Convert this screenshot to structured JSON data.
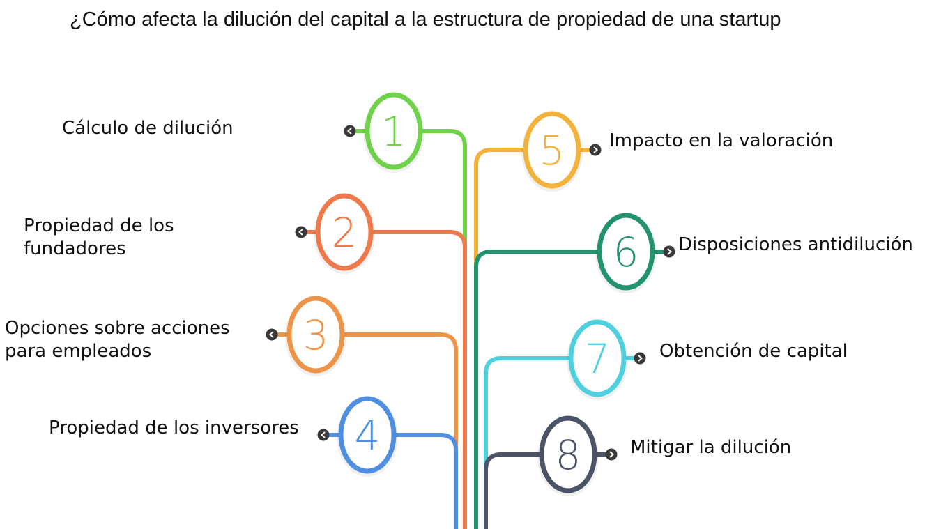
{
  "title": "¿Cómo afecta la dilución del capital a la estructura de propiedad de una startup",
  "items": [
    {
      "number": "1",
      "lines": [
        "Cálculo de dilución"
      ],
      "color": "#6fd24a"
    },
    {
      "number": "2",
      "lines": [
        "Propiedad de los",
        "fundadores"
      ],
      "color": "#ee7a4c"
    },
    {
      "number": "3",
      "lines": [
        "Opciones sobre acciones",
        "para empleados"
      ],
      "color": "#ee9448"
    },
    {
      "number": "4",
      "lines": [
        "Propiedad de los inversores"
      ],
      "color": "#4f8ee0"
    },
    {
      "number": "5",
      "lines": [
        "Impacto en la valoración"
      ],
      "color": "#f2b23c"
    },
    {
      "number": "6",
      "lines": [
        "Disposiciones antidilución"
      ],
      "color": "#23936f"
    },
    {
      "number": "7",
      "lines": [
        "Obtención de capital"
      ],
      "color": "#4fd0de"
    },
    {
      "number": "8",
      "lines": [
        "Mitigar la dilución"
      ],
      "color": "#4a5466"
    }
  ],
  "arrow_color": "#3a3a3a"
}
